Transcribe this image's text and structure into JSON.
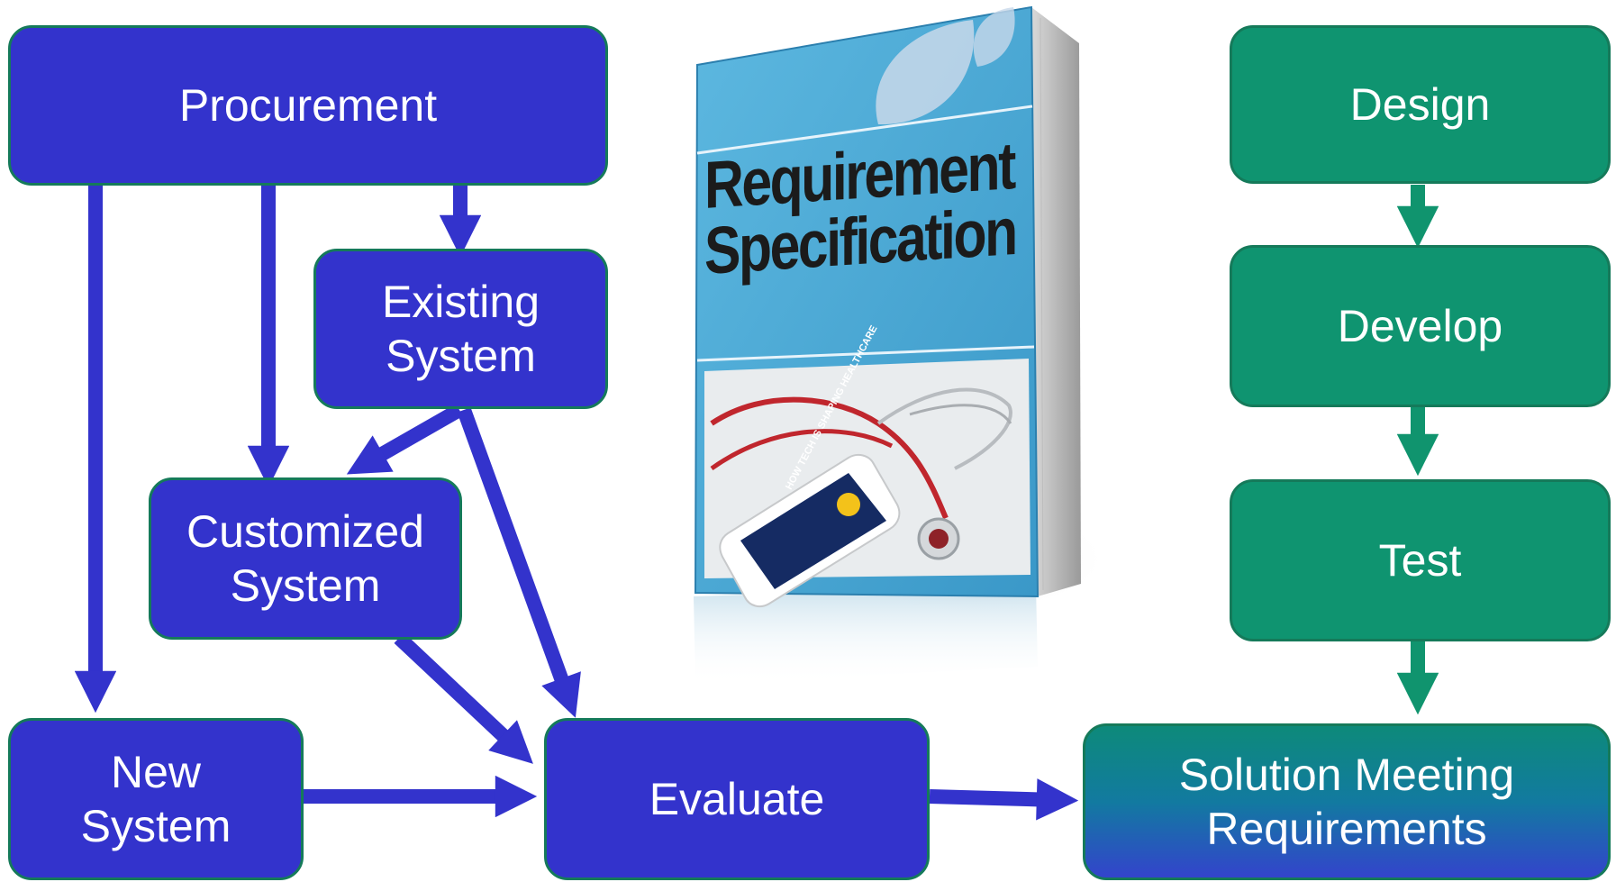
{
  "nodes": {
    "procurement": "Procurement",
    "existing_system": [
      "Existing",
      "System"
    ],
    "customized_system": [
      "Customized",
      "System"
    ],
    "new_system": [
      "New",
      "System"
    ],
    "evaluate": "Evaluate",
    "design": "Design",
    "develop": "Develop",
    "test": "Test",
    "solution": [
      "Solution Meeting",
      "Requirements"
    ]
  },
  "book": {
    "title_line1": "Requirement",
    "title_line2": "Specification",
    "phone_text": "HOW TECH IS SHAPING HEALTHCARE"
  },
  "colors": {
    "blue_box": "#3333cc",
    "green_box": "#0f9470",
    "box_border": "#157a5a",
    "blue_arrow": "#3333cc",
    "green_arrow": "#10946e",
    "book_cover": "#4aaad8"
  }
}
